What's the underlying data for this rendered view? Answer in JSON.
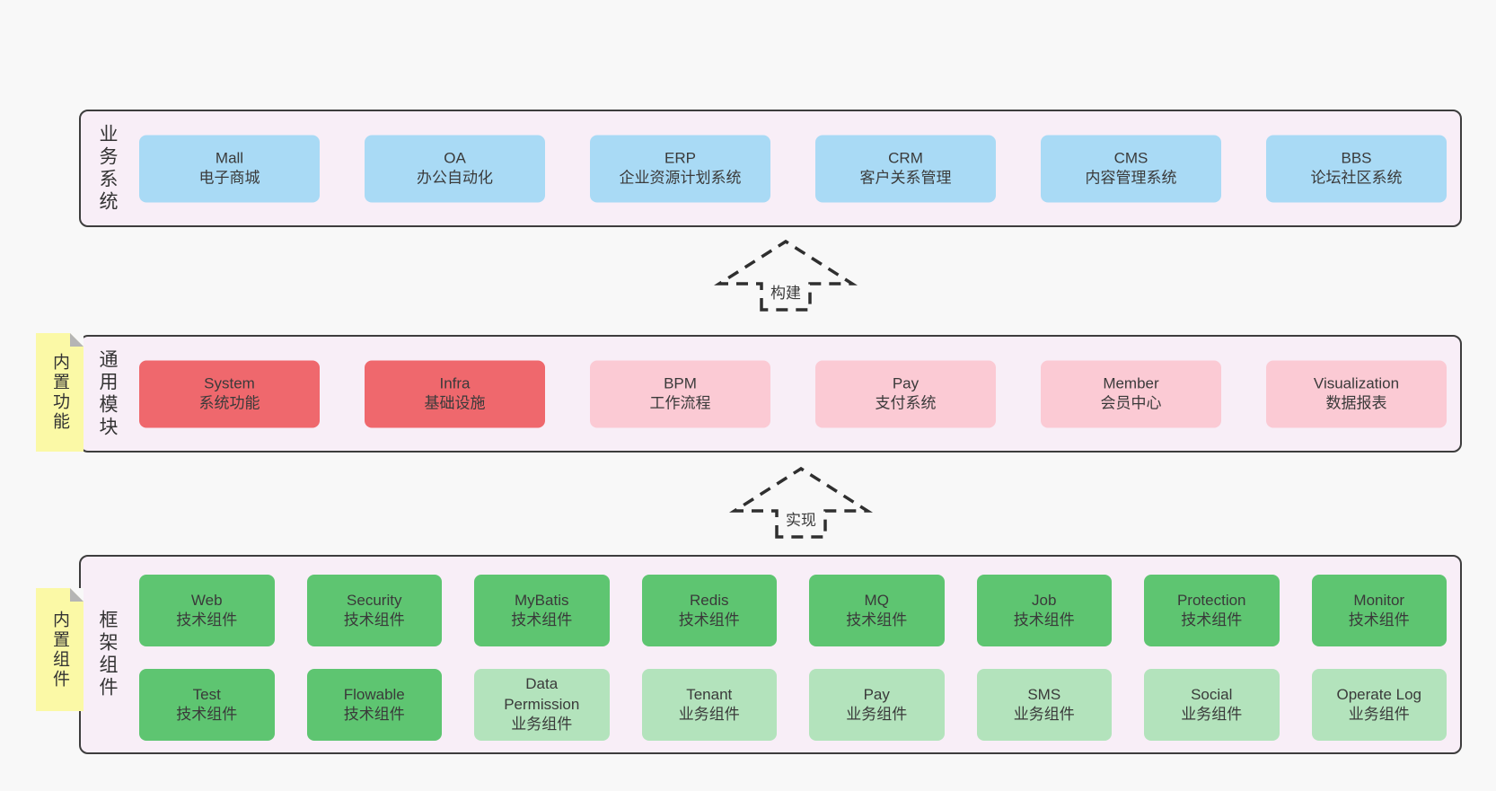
{
  "colors": {
    "page_background": "#f8f8f8",
    "container_fill": "#f8eef7",
    "container_border": "#3d3d3d",
    "box_blue": "#a9daf5",
    "box_red": "#ef686d",
    "box_pink": "#fbcad4",
    "box_green": "#5ec571",
    "box_light_green": "#b3e3bc",
    "note_yellow": "#fbf9a6",
    "note_fold_gray": "#b5b5b5",
    "text": "#3a3a3a"
  },
  "arrows": {
    "build": "构建",
    "implement": "实现"
  },
  "tiers": {
    "business": {
      "label": "业务系统",
      "boxes": [
        {
          "title": "Mall",
          "subtitle": "电子商城"
        },
        {
          "title": "OA",
          "subtitle": "办公自动化"
        },
        {
          "title": "ERP",
          "subtitle": "企业资源计划系统"
        },
        {
          "title": "CRM",
          "subtitle": "客户关系管理"
        },
        {
          "title": "CMS",
          "subtitle": "内容管理系统"
        },
        {
          "title": "BBS",
          "subtitle": "论坛社区系统"
        }
      ]
    },
    "modules": {
      "label": "通用模块",
      "note": "内置功能",
      "boxes": [
        {
          "title": "System",
          "subtitle": "系统功能"
        },
        {
          "title": "Infra",
          "subtitle": "基础设施"
        },
        {
          "title": "BPM",
          "subtitle": "工作流程"
        },
        {
          "title": "Pay",
          "subtitle": "支付系统"
        },
        {
          "title": "Member",
          "subtitle": "会员中心"
        },
        {
          "title": "Visualization",
          "subtitle": "数据报表"
        }
      ]
    },
    "components": {
      "label": "框架组件",
      "note": "内置组件",
      "row1": [
        {
          "title": "Web",
          "subtitle": "技术组件"
        },
        {
          "title": "Security",
          "subtitle": "技术组件"
        },
        {
          "title": "MyBatis",
          "subtitle": "技术组件"
        },
        {
          "title": "Redis",
          "subtitle": "技术组件"
        },
        {
          "title": "MQ",
          "subtitle": "技术组件"
        },
        {
          "title": "Job",
          "subtitle": "技术组件"
        },
        {
          "title": "Protection",
          "subtitle": "技术组件"
        },
        {
          "title": "Monitor",
          "subtitle": "技术组件"
        }
      ],
      "row2": [
        {
          "title": "Test",
          "subtitle": "技术组件"
        },
        {
          "title": "Flowable",
          "subtitle": "技术组件"
        },
        {
          "title": "Data Permission",
          "subtitle": "业务组件"
        },
        {
          "title": "Tenant",
          "subtitle": "业务组件"
        },
        {
          "title": "Pay",
          "subtitle": "业务组件"
        },
        {
          "title": "SMS",
          "subtitle": "业务组件"
        },
        {
          "title": "Social",
          "subtitle": "业务组件"
        },
        {
          "title": "Operate Log",
          "subtitle": "业务组件"
        }
      ]
    }
  }
}
